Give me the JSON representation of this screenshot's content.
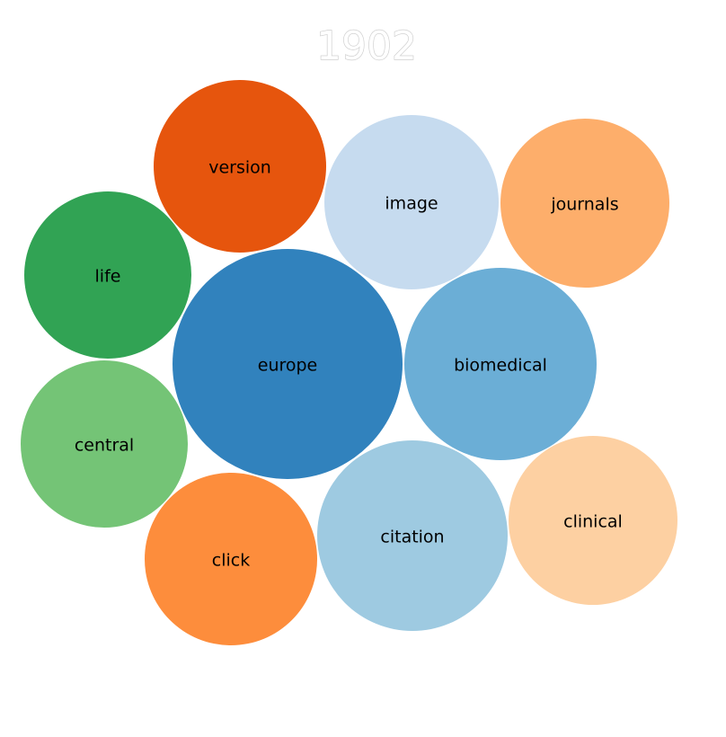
{
  "chart_data": {
    "type": "bubble",
    "title": "1902",
    "nodes": [
      {
        "label": "europe",
        "color": "#3182bd"
      },
      {
        "label": "biomedical",
        "color": "#6baed6"
      },
      {
        "label": "citation",
        "color": "#9ecae1"
      },
      {
        "label": "image",
        "color": "#c6dbef"
      },
      {
        "label": "version",
        "color": "#e6550d"
      },
      {
        "label": "click",
        "color": "#fd8d3c"
      },
      {
        "label": "journals",
        "color": "#fdae6b"
      },
      {
        "label": "clinical",
        "color": "#fdd0a2"
      },
      {
        "label": "life",
        "color": "#31a354"
      },
      {
        "label": "central",
        "color": "#74c476"
      }
    ]
  }
}
